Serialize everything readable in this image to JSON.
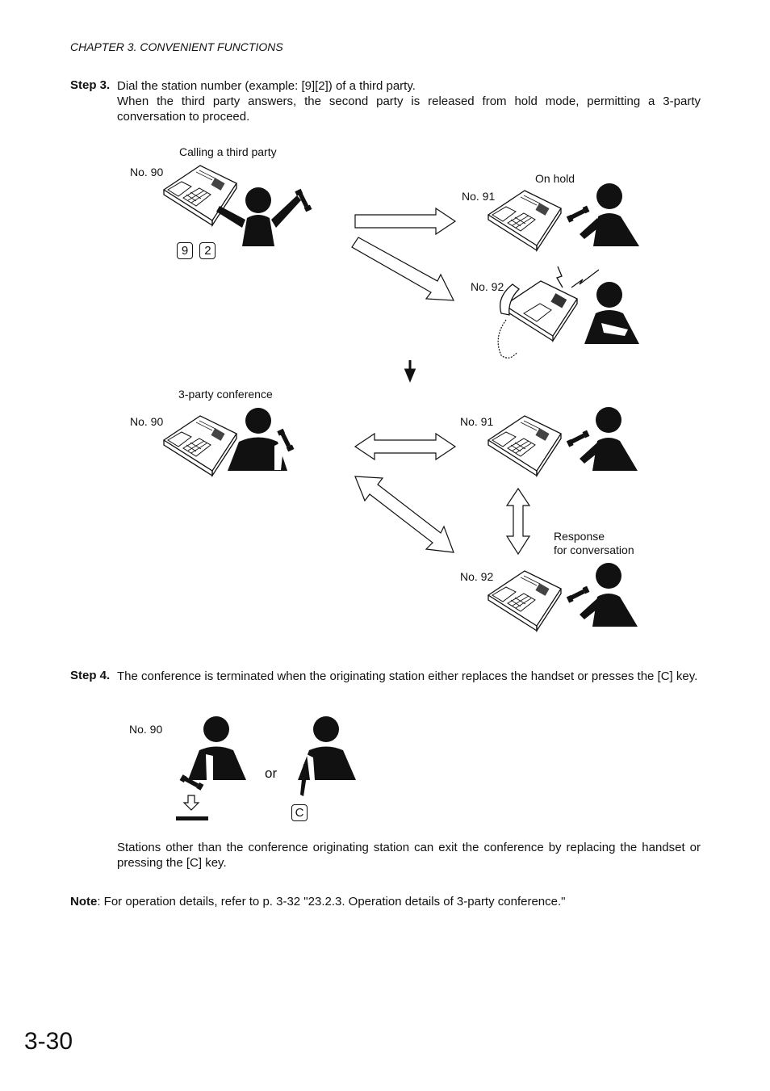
{
  "header": {
    "chapter": "CHAPTER 3.  CONVENIENT FUNCTIONS"
  },
  "step3": {
    "label": "Step 3.",
    "line1": "Dial the station number (example: [9][2]) of a third party.",
    "line2": "When the third party answers, the second party is released from hold mode, permitting a 3-party conversation to proceed."
  },
  "diagram1": {
    "caption_calling": "Calling a third party",
    "caption_on_hold": "On hold",
    "station_90": "No. 90",
    "station_91": "No. 91",
    "station_92": "No. 92",
    "keys": [
      "9",
      "2"
    ],
    "caption_conference": "3-party conference",
    "response_line1": "Response",
    "response_line2": "for conversation"
  },
  "step4": {
    "label": "Step 4.",
    "text": "The conference is terminated when the originating station either replaces the handset or presses the [C] key.",
    "station": "No. 90",
    "or_text": "or",
    "key_c": "C",
    "note_text": "Stations other than the conference originating station can exit the conference by replacing the handset or pressing the [C] key."
  },
  "note": {
    "label": "Note",
    "text": ": For operation details, refer to p. 3-32 \"23.2.3. Operation details of 3-party conference.\""
  },
  "page_number": "3-30"
}
